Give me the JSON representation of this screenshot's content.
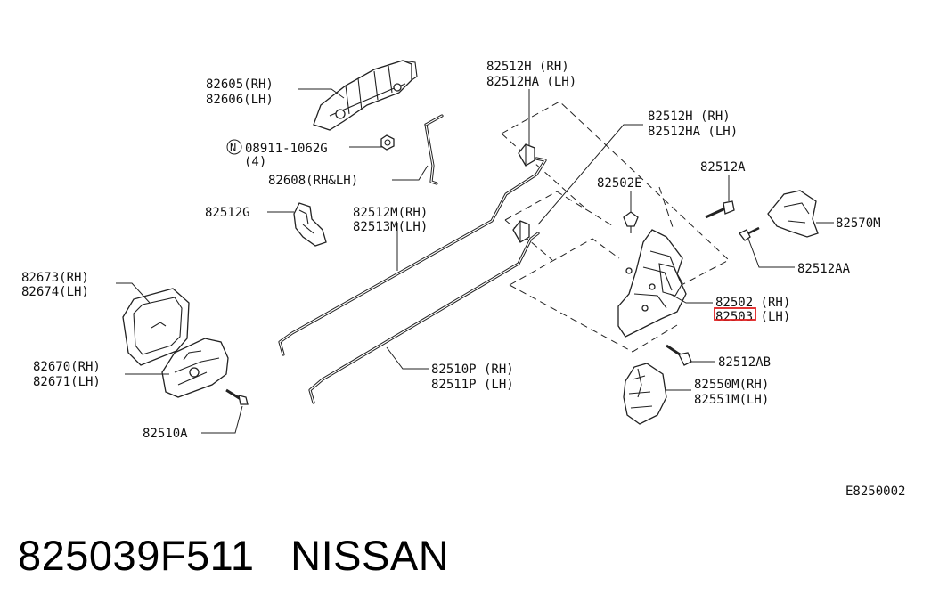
{
  "figure_code": "E8250002",
  "title": {
    "part_number": "825039F511",
    "brand": "NISSAN"
  },
  "highlight_color": "#e02020",
  "labels": {
    "l82605": "82605(RH)",
    "l82606": "82606(LH)",
    "l08911": "08911-1062G",
    "l08911_qty": "(4)",
    "l08911_prefix": "N",
    "l82608": "82608(RH&LH)",
    "l82512g": "82512G",
    "l82512m": "82512M(RH)",
    "l82513m": "82513M(LH)",
    "l82673": "82673(RH)",
    "l82674": "82674(LH)",
    "l82670": "82670(RH)",
    "l82671": "82671(LH)",
    "l82510a": "82510A",
    "l82510p": "82510P (RH)",
    "l82511p": "82511P (LH)",
    "l82512h_top": "82512H  (RH)",
    "l82512ha_top": "82512HA (LH)",
    "l82512h_mid": "82512H  (RH)",
    "l82512ha_mid": "82512HA (LH)",
    "l82502e": "82502E",
    "l82512a": "82512A",
    "l82570m": "82570M",
    "l82512aa": "82512AA",
    "l82502": "82502 (RH)",
    "l82503": "82503 (LH)",
    "l82512ab": "82512AB",
    "l82550m": "82550M(RH)",
    "l82551m": "82551M(LH)"
  }
}
